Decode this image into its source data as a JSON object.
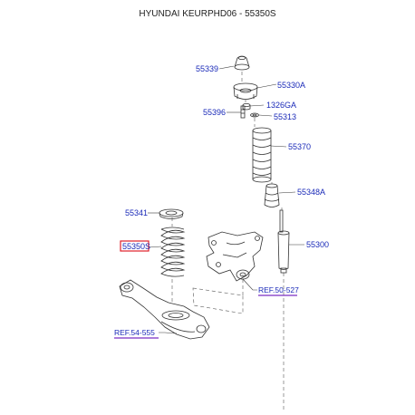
{
  "header": {
    "title": "HYUNDAI KEURPHD06 - 55350S"
  },
  "colors": {
    "label": "#1a2ab8",
    "highlight": "#e0202a",
    "ref_line": "#7a2fc4",
    "line": "#333333"
  },
  "parts": [
    {
      "id": "55339",
      "label": "55339"
    },
    {
      "id": "55330A",
      "label": "55330A"
    },
    {
      "id": "1326GA",
      "label": "1326GA"
    },
    {
      "id": "55396",
      "label": "55396"
    },
    {
      "id": "55313",
      "label": "55313"
    },
    {
      "id": "55370",
      "label": "55370"
    },
    {
      "id": "55348A",
      "label": "55348A"
    },
    {
      "id": "55341",
      "label": "55341"
    },
    {
      "id": "55300",
      "label": "55300"
    },
    {
      "id": "55350S",
      "label": "55350S",
      "highlighted": true
    }
  ],
  "references": [
    {
      "label": "REF.50-527"
    },
    {
      "label": "REF.54-555"
    }
  ]
}
